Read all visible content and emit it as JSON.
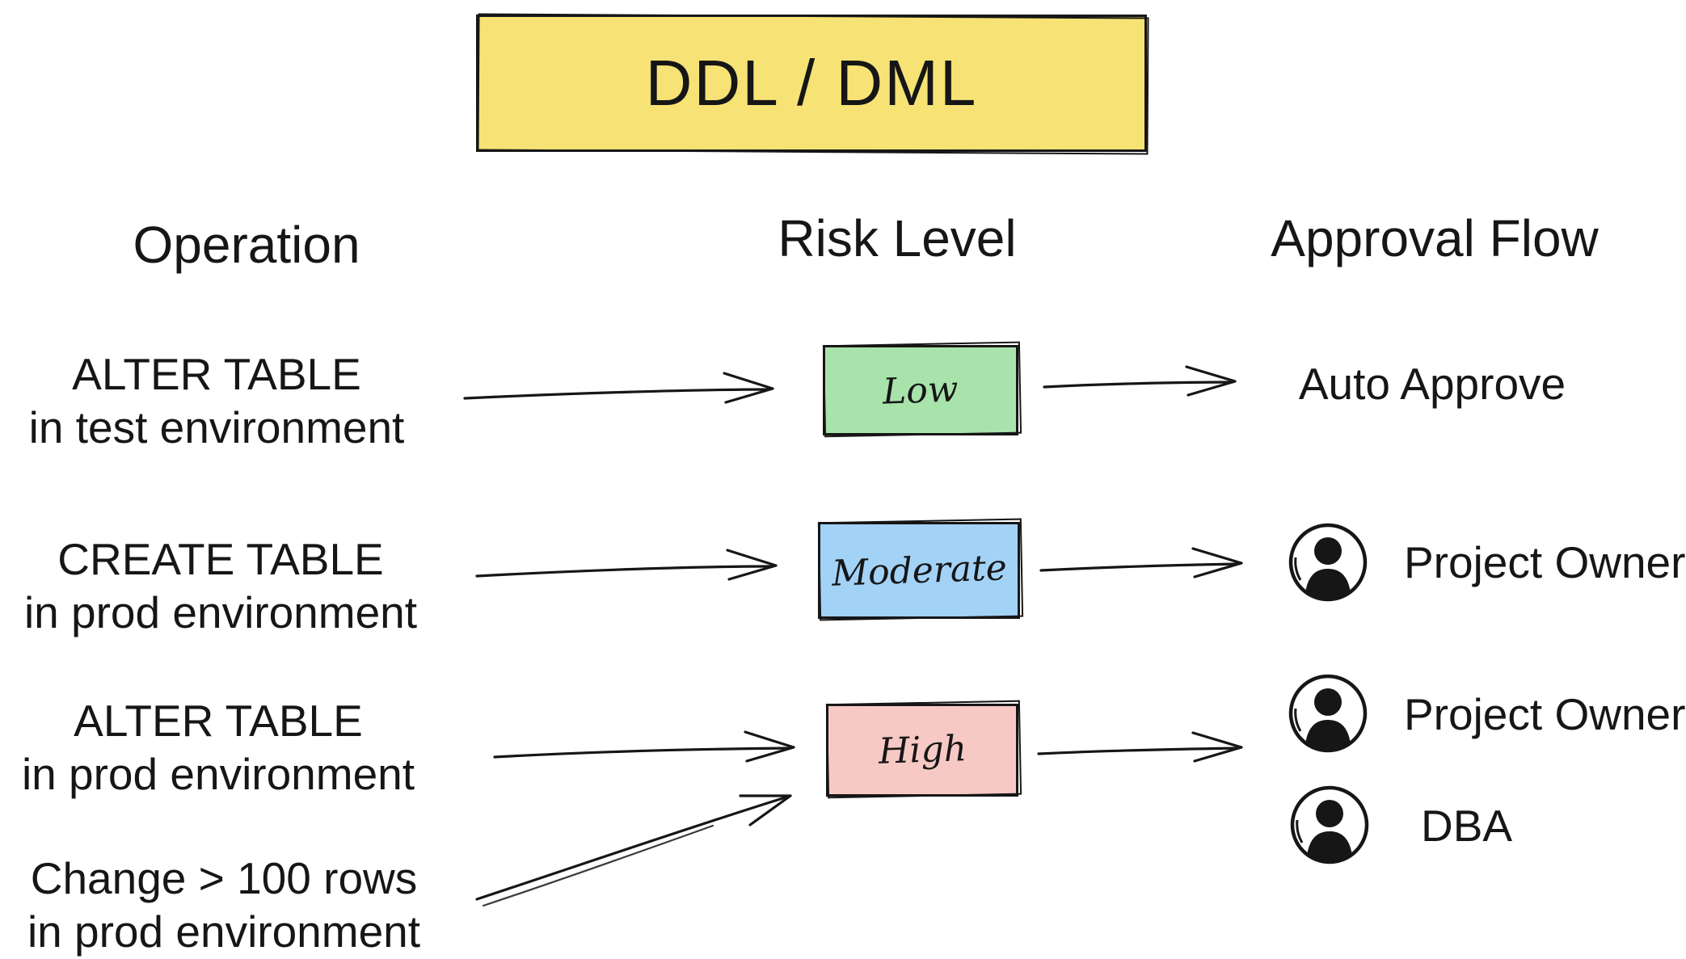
{
  "title": "DDL / DML",
  "headers": {
    "operation": "Operation",
    "risk_level": "Risk Level",
    "approval_flow": "Approval Flow"
  },
  "operations": [
    {
      "line1": "ALTER TABLE",
      "line2": "in test environment"
    },
    {
      "line1": "CREATE TABLE",
      "line2": "in prod environment"
    },
    {
      "line1": "ALTER TABLE",
      "line2": "in prod environment"
    },
    {
      "line1": "Change > 100 rows",
      "line2": "in prod environment"
    }
  ],
  "risks": [
    {
      "label": "Low",
      "fill": "#a7e3ab"
    },
    {
      "label": "Moderate",
      "fill": "#a3d2f7"
    },
    {
      "label": "High",
      "fill": "#f7c9c5"
    }
  ],
  "approvals": [
    {
      "row": "low",
      "label": "Auto Approve",
      "icon": "none"
    },
    {
      "row": "moderate",
      "label": "Project Owner",
      "icon": "person-icon"
    },
    {
      "row": "high",
      "label": "Project Owner",
      "icon": "person-icon"
    },
    {
      "row": "high",
      "label": "DBA",
      "icon": "person-icon"
    }
  ],
  "colors": {
    "title_fill": "#f7e275",
    "low_fill": "#a7e3ab",
    "moderate_fill": "#a3d2f7",
    "high_fill": "#f7c9c5",
    "ink": "#161616",
    "background": "#ffffff"
  }
}
